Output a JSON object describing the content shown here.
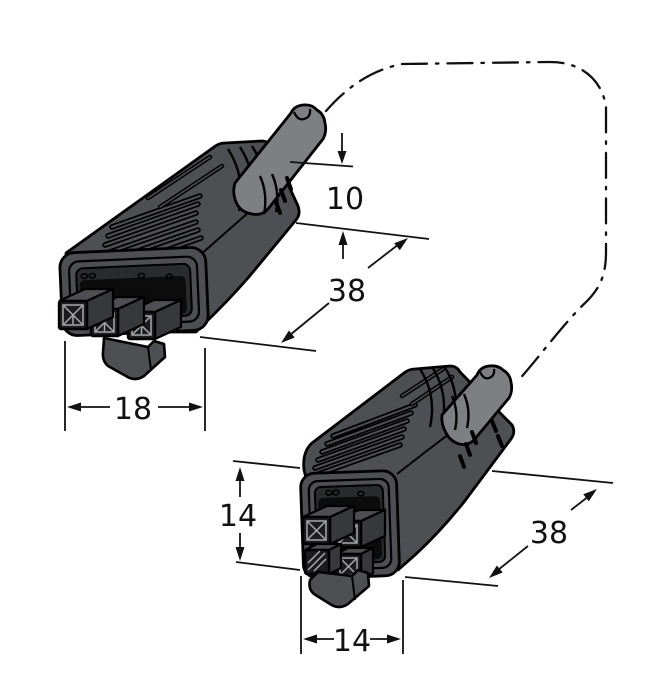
{
  "drawing": {
    "type": "technical-dimension-drawing",
    "subject": "cordset with two molded connectors",
    "background_color": "#ffffff",
    "outline_color": "#000000",
    "body_color": "#4e4f52",
    "cable_color": "#7d7f82",
    "recess_color": "#2a2b2d",
    "label_color": "#111111",
    "connector_a": {
      "name": "3-pin flat connector",
      "pin_count": "3",
      "cable_diameter_label": "10",
      "length_label": "38",
      "width_label": "18"
    },
    "connector_b": {
      "name": "4-pin connector",
      "pin_count": "4",
      "height_label": "14",
      "width_label": "14",
      "length_label": "38"
    }
  }
}
